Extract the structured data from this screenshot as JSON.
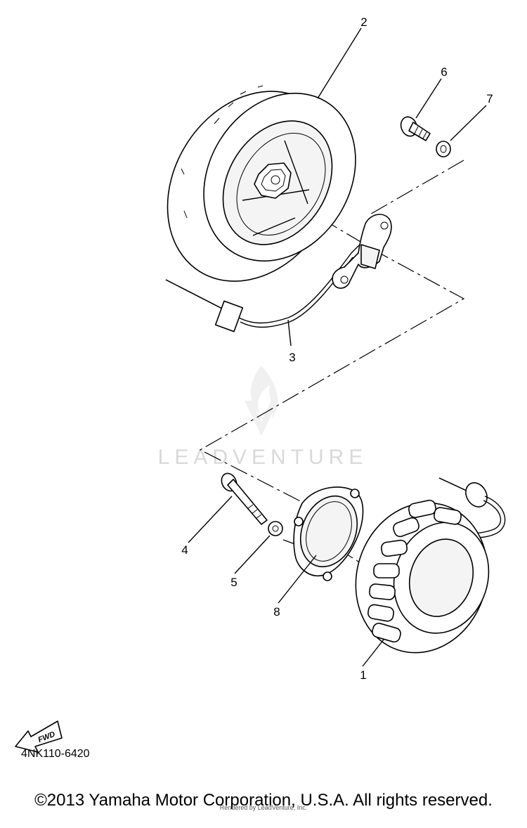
{
  "diagram": {
    "callouts": [
      "1",
      "2",
      "3",
      "4",
      "5",
      "6",
      "7",
      "8"
    ],
    "watermark": "LEADVENTURE",
    "fwd_label": "FWD",
    "drawing_code": "4NK110-6420"
  },
  "footer": {
    "copyright": "©2013 Yamaha Motor Corporation, U.S.A. All rights reserved.",
    "rendered_by": "Rendered by LeadVenture, Inc."
  }
}
